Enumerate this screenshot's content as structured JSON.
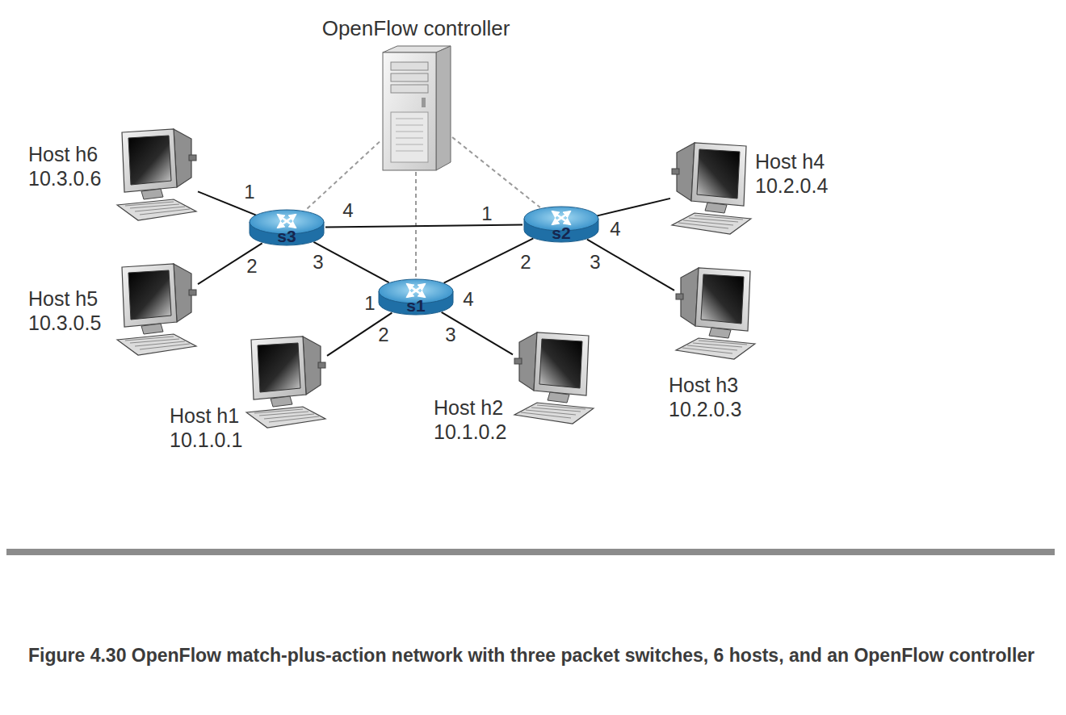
{
  "diagram": {
    "caption": "Figure 4.30 OpenFlow match-plus-action network with three packet switches, 6 hosts, and an OpenFlow controller",
    "nodes": [
      {
        "text": [
          "OpenFlow controller"
        ]
      },
      {
        "text": [
          "Host h6",
          "10.3.0.6"
        ]
      },
      {
        "text": [
          "s3"
        ]
      },
      {
        "text": [
          "s2"
        ]
      },
      {
        "text": [
          "Host h4",
          "10.2.0.4"
        ]
      },
      {
        "text": [
          "Host h5",
          "10.3.0.5"
        ]
      },
      {
        "text": [
          "s1"
        ]
      },
      {
        "text": [
          "Host h1",
          "10.1.0.1"
        ]
      },
      {
        "text": [
          "Host h2",
          "10.1.0.2"
        ]
      },
      {
        "text": [
          "Host h3",
          "10.2.0.3"
        ]
      }
    ],
    "edges": [
      {
        "from": 0,
        "to": 2,
        "arrow": "none"
      },
      {
        "from": 0,
        "to": 6,
        "arrow": "none"
      },
      {
        "from": 0,
        "to": 3,
        "arrow": "none"
      },
      {
        "from": 1,
        "to": 2,
        "arrow": "none"
      },
      {
        "from": 2,
        "to": 3,
        "arrow": "none"
      },
      {
        "from": 3,
        "to": 4,
        "arrow": "none"
      },
      {
        "from": 5,
        "to": 2,
        "arrow": "none"
      },
      {
        "from": 2,
        "to": 6,
        "arrow": "none"
      },
      {
        "from": 6,
        "to": 3,
        "arrow": "none"
      },
      {
        "from": 7,
        "to": 6,
        "arrow": "none"
      },
      {
        "from": 6,
        "to": 8,
        "arrow": "none"
      },
      {
        "from": 3,
        "to": 9,
        "arrow": "none"
      }
    ],
    "labels": [
      "1",
      "4",
      "1",
      "4",
      "2",
      "3",
      "2",
      "3",
      "1",
      "4",
      "2",
      "3"
    ]
  }
}
